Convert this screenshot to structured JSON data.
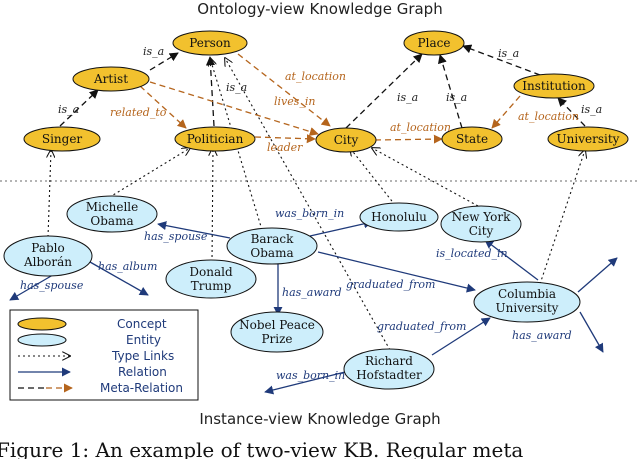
{
  "titles": {
    "ontology": "Ontology-view Knowledge Graph",
    "instance": "Instance-view Knowledge Graph"
  },
  "caption": "Figure 1: An example of two-view KB. Regular meta",
  "colors": {
    "concept_fill": "#f2c12e",
    "entity_fill": "#cdeefb",
    "relation": "#1f3a7a",
    "meta_relation": "#b5651d",
    "is_a": "#111111",
    "type_link": "#111111"
  },
  "concepts": [
    {
      "id": "person",
      "label": "Person"
    },
    {
      "id": "artist",
      "label": "Artist"
    },
    {
      "id": "singer",
      "label": "Singer"
    },
    {
      "id": "politician",
      "label": "Politician"
    },
    {
      "id": "city",
      "label": "City"
    },
    {
      "id": "place",
      "label": "Place"
    },
    {
      "id": "institution",
      "label": "Institution"
    },
    {
      "id": "state",
      "label": "State"
    },
    {
      "id": "university",
      "label": "University"
    }
  ],
  "entities": [
    {
      "id": "michelle",
      "lines": [
        "Michelle",
        "Obama"
      ]
    },
    {
      "id": "honolulu",
      "lines": [
        "Honolulu"
      ]
    },
    {
      "id": "newyork",
      "lines": [
        "New York",
        "City"
      ]
    },
    {
      "id": "pablo",
      "lines": [
        "Pablo",
        "Alborán"
      ]
    },
    {
      "id": "barack",
      "lines": [
        "Barack",
        "Obama"
      ]
    },
    {
      "id": "donald",
      "lines": [
        "Donald",
        "Trump"
      ]
    },
    {
      "id": "nobel",
      "lines": [
        "Nobel Peace",
        "Prize"
      ]
    },
    {
      "id": "columbia",
      "lines": [
        "Columbia",
        "University"
      ]
    },
    {
      "id": "richard",
      "lines": [
        "Richard",
        "Hofstadter"
      ]
    }
  ],
  "edge_labels": {
    "is_a": "is_a",
    "is_a_short": "is_a",
    "related_to": "related_to",
    "lives_in": "lives_in",
    "at_location": "at_location",
    "leader": "leader",
    "was_born_in": "was_born_in",
    "has_spouse": "has_spouse",
    "has_album": "has_album",
    "has_award": "has_award",
    "graduated_from": "graduated_from",
    "is_located_in": "is_located_in"
  },
  "legend": {
    "concept": "Concept",
    "entity": "Entity",
    "type_links": "Type Links",
    "relation": "Relation",
    "meta_relation": "Meta-Relation"
  }
}
